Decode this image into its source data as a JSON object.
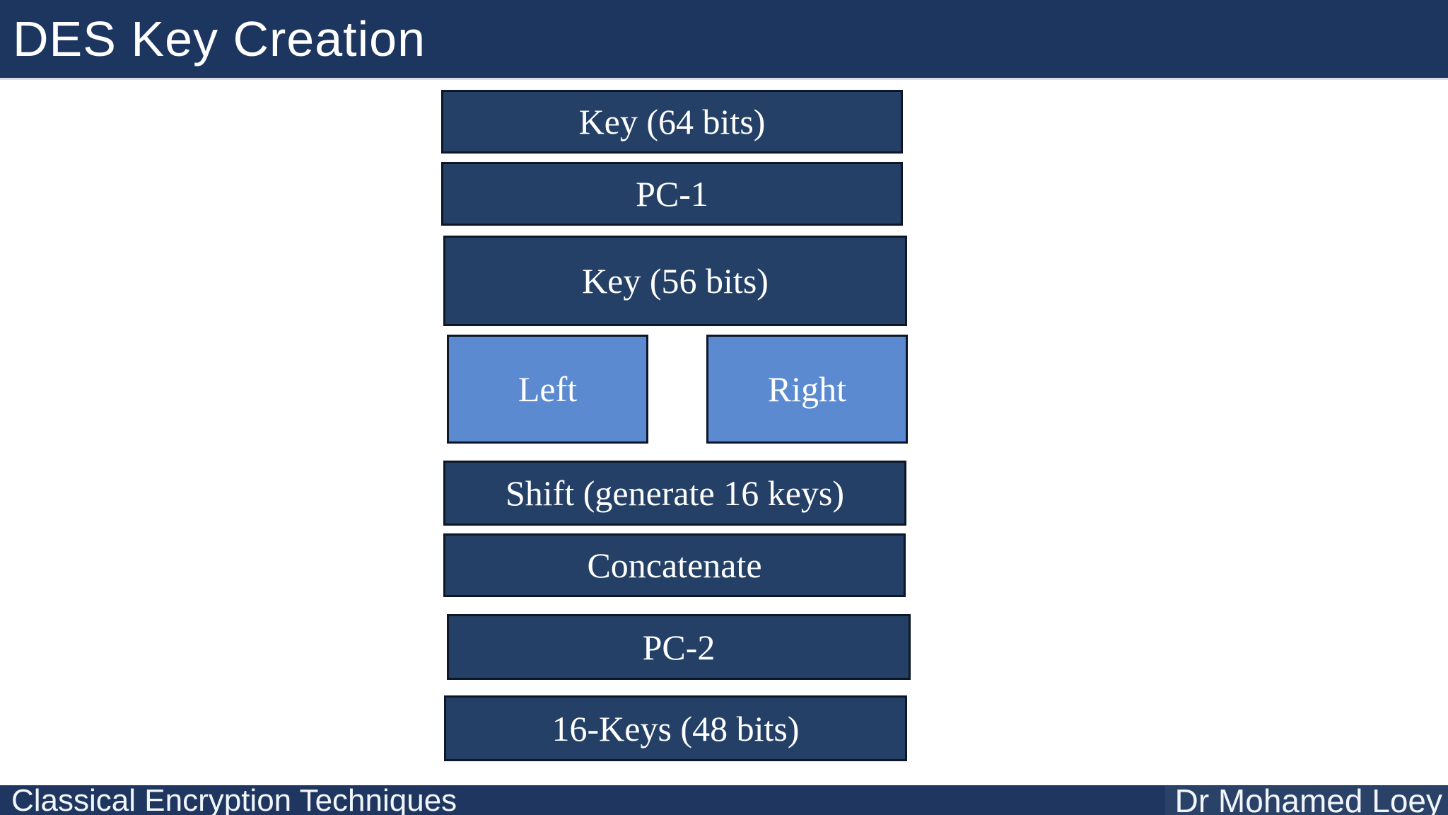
{
  "slide": {
    "title": "DES Key Creation",
    "footer_left": "Classical Encryption Techniques",
    "footer_right": "Dr Mohamed Loey"
  },
  "diagram": {
    "description": "DES key schedule flow, boxes listed top to bottom",
    "boxes": [
      {
        "id": "key64",
        "label": "Key (64 bits)",
        "variant": "dark"
      },
      {
        "id": "pc1",
        "label": "PC-1",
        "variant": "dark"
      },
      {
        "id": "key56",
        "label": "Key (56 bits)",
        "variant": "dark"
      },
      {
        "id": "left-half",
        "label": "Left",
        "variant": "light"
      },
      {
        "id": "right-half",
        "label": "Right",
        "variant": "light"
      },
      {
        "id": "shift",
        "label": "Shift (generate 16 keys)",
        "variant": "dark"
      },
      {
        "id": "concatenate",
        "label": "Concatenate",
        "variant": "dark"
      },
      {
        "id": "pc2",
        "label": "PC-2",
        "variant": "dark"
      },
      {
        "id": "keys16",
        "label": "16-Keys (48 bits)",
        "variant": "dark"
      }
    ]
  },
  "colors": {
    "title_bar": "#1c3660",
    "dark_box_fill": "#254066",
    "light_box_fill": "#5b8ad1",
    "box_border": "#0d1728",
    "footer_bar": "#1f3760",
    "footer_accent_panel": "#2a4268",
    "text": "#ffffff",
    "page_background": "#ffffff"
  }
}
